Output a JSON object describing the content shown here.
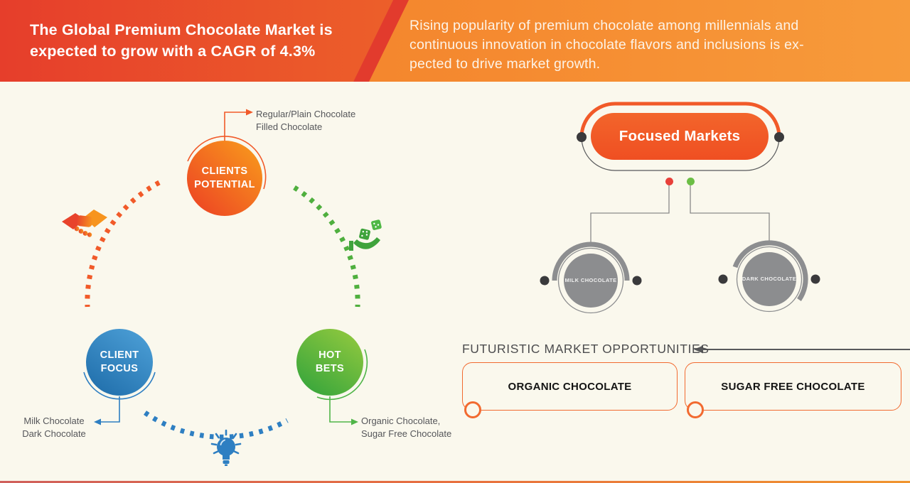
{
  "banner": {
    "title_lines": [
      "The Global Premium Chocolate Market is",
      "expected to grow with a CAGR of 4.3%"
    ],
    "subtitle_lines": [
      "Rising popularity of premium chocolate among millennials and",
      "continuous innovation in chocolate flavors and inclusions is ex-",
      "pected to drive market growth."
    ]
  },
  "cycle": {
    "nodes": [
      {
        "label_lines": [
          "CLIENTS",
          "POTENTIAL"
        ]
      },
      {
        "label_lines": [
          "CLIENT",
          "FOCUS"
        ]
      },
      {
        "label_lines": [
          "HOT",
          "BETS"
        ]
      }
    ],
    "annotations": [
      {
        "lines": [
          "Regular/Plain Chocolate",
          "Filled Chocolate"
        ]
      },
      {
        "lines": [
          "Milk Chocolate",
          "Dark Chocolate"
        ]
      },
      {
        "lines": [
          "Organic Chocolate,",
          "Sugar Free Chocolate"
        ]
      }
    ]
  },
  "focused_markets": {
    "title": "Focused Markets",
    "children": [
      {
        "label": "MILK CHOCOLATE"
      },
      {
        "label": "DARK CHOCOLATE"
      }
    ]
  },
  "opportunities": {
    "heading": "FUTURISTIC MARKET OPPORTUNITIES",
    "items": [
      {
        "label": "ORGANIC CHOCOLATE"
      },
      {
        "label": "SUGAR FREE CHOCOLATE"
      }
    ]
  },
  "colors": {
    "accent_orange": "#F15A29",
    "banner_red": "#E63E2B",
    "banner_orange": "#F58A30",
    "blue": "#2E7FC2",
    "green": "#4FB548",
    "gray_node": "#8C8D8F",
    "text_gray": "#55565A",
    "cream_background": "#FAF8ED",
    "red_dot": "#E8403A",
    "green_dot": "#6CBE45",
    "dark_dot": "#3A3A3C"
  }
}
